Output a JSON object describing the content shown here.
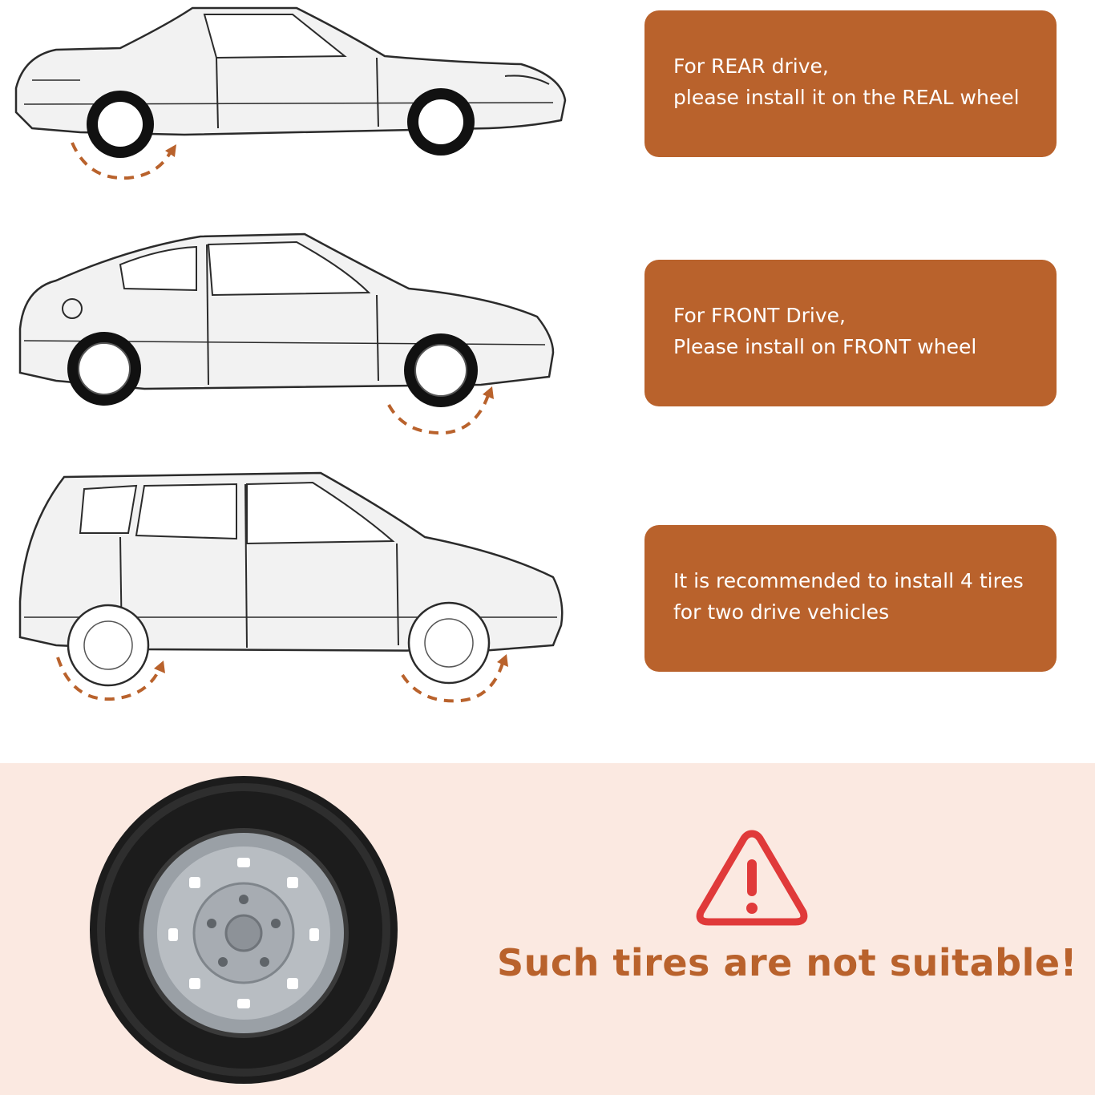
{
  "colors": {
    "accent": "#b9622c",
    "callout_text": "#ffffff",
    "bottom_bg": "#fbe9e1",
    "warning_red": "#e03a3a",
    "outline": "#2b2b2b",
    "car_fill": "#f2f2f2"
  },
  "rows": [
    {
      "icon": "coupe-car-rear-wheel-arrow-icon",
      "lines": [
        "For REAR drive,",
        "please install it on the REAL wheel"
      ]
    },
    {
      "icon": "hatchback-car-front-wheel-arrow-icon",
      "lines": [
        "For FRONT Drive,",
        "Please install on FRONT wheel"
      ]
    },
    {
      "icon": "minivan-both-wheels-arrow-icon",
      "lines": [
        "It is recommended to install 4 tires",
        "for two drive vehicles"
      ]
    }
  ],
  "bottom": {
    "tire_icon": "bare-tire-icon",
    "warning_icon": "warning-triangle-icon",
    "warning_text": "Such tires are not suitable!"
  }
}
